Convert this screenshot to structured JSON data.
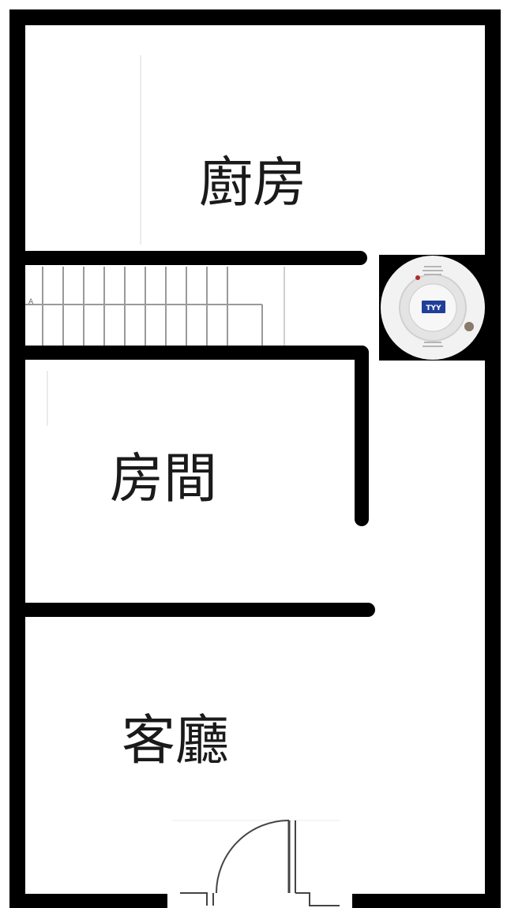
{
  "rooms": {
    "kitchen": "廚房",
    "room": "房間",
    "living_room": "客廳"
  },
  "detector": {
    "brand_label": "TYY",
    "icon": "smoke-detector-icon",
    "background_color": "#000000",
    "body_color": "#f2f2f2",
    "badge_color": "#1f3f9a"
  },
  "stairs": {
    "icon": "staircase-icon",
    "step_label": "A"
  },
  "door": {
    "icon": "door-swing-icon"
  },
  "colors": {
    "wall": "#000000",
    "background": "#ffffff",
    "stair_lines": "#9a9a9a"
  }
}
